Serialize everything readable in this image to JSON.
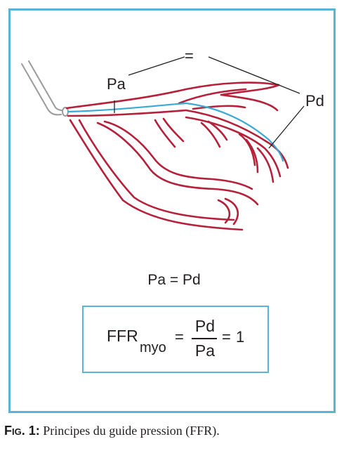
{
  "labels": {
    "aortic_pressure": "Pa",
    "distal_pressure": "Pd",
    "equals_sign": "="
  },
  "equality": "Pa = Pd",
  "formula": {
    "lhs": "FFR",
    "lhs_subscript": "myo",
    "equals": "=",
    "numerator": "Pd",
    "denominator": "Pa",
    "equals_result": "=",
    "result": "1"
  },
  "caption": {
    "prefix": "Fig. 1:",
    "text": " Principes du guide pression (FFR)."
  },
  "colors": {
    "frame_border": "#5ab4d8",
    "vessel": "#b5203a",
    "guidewire": "#3aa9d6",
    "catheter": "#9a9a9a",
    "text": "#231f20"
  },
  "icons": {
    "catheter": "catheter-tube-icon",
    "vessels": "coronary-vessel-tree-icon",
    "guidewire": "pressure-guidewire-icon"
  }
}
